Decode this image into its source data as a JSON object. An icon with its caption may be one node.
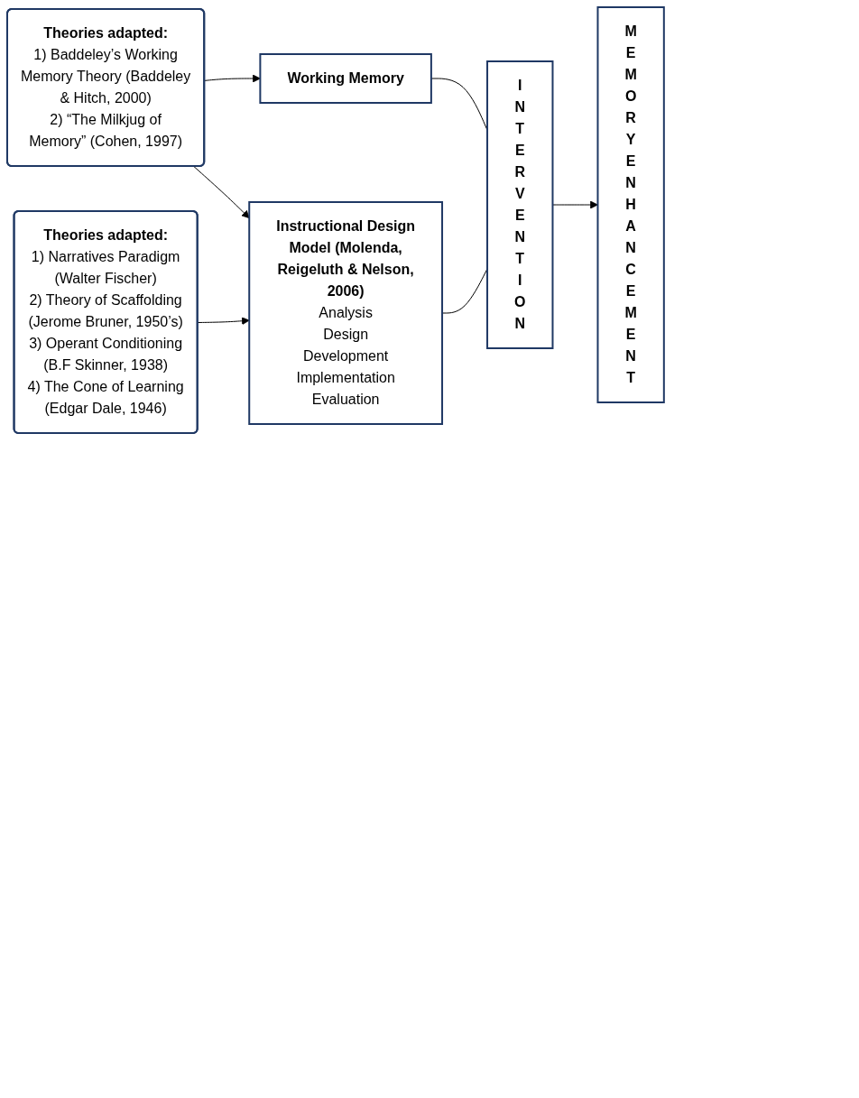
{
  "diagram": {
    "nodes": [
      {
        "text": [
          "Theories adapted:",
          "1) Baddeley’s Working Memory Theory (Baddeley & Hitch, 2000)",
          "2) “The Milkjug of Memory” (Cohen, 1997)"
        ]
      },
      {
        "text": [
          "Working Memory"
        ]
      },
      {
        "text": [
          "Theories adapted:",
          "1) Narratives Paradigm (Walter Fischer)",
          "2) Theory of Scaffolding (Jerome Bruner, 1950’s)",
          "3) Operant Conditioning (B.F Skinner, 1938)",
          "4) The Cone of Learning (Edgar Dale, 1946)"
        ]
      },
      {
        "text": [
          "Instructional Design Model (Molenda, Reigeluth & Nelson, 2006)",
          "Analysis",
          "Design",
          "Development",
          "Implementation",
          "Evaluation"
        ]
      },
      {
        "text": [
          "INTERVENTION"
        ]
      },
      {
        "text": [
          "MEMORY ENHANCEMENT"
        ]
      }
    ],
    "edges": [
      {
        "from": 0,
        "to": 1,
        "arrow": "to"
      },
      {
        "from": 0,
        "to": 3,
        "arrow": "to"
      },
      {
        "from": 2,
        "to": 3,
        "arrow": "to"
      },
      {
        "from": 1,
        "to": 4,
        "arrow": "none"
      },
      {
        "from": 3,
        "to": 4,
        "arrow": "none"
      },
      {
        "from": 4,
        "to": 5,
        "arrow": "to"
      }
    ]
  }
}
